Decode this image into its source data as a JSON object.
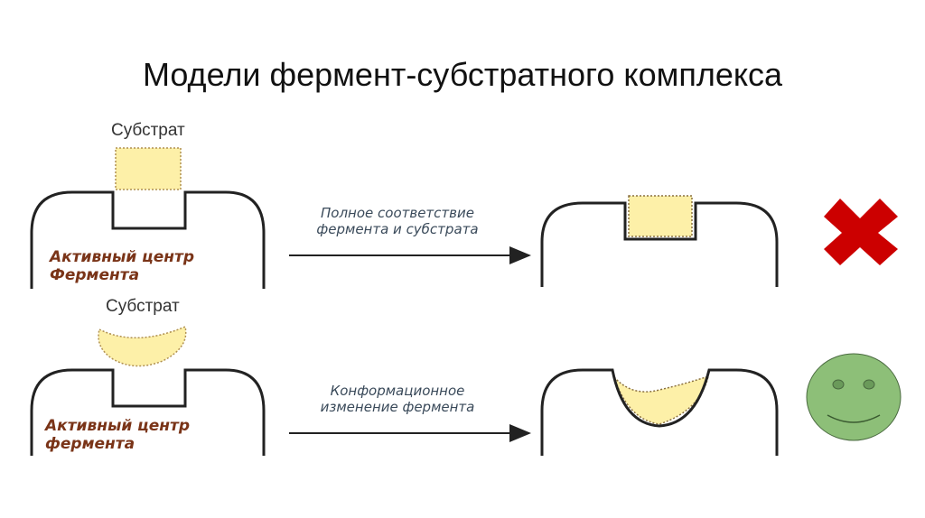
{
  "title": "Модели фермент-субстратного комплекса",
  "rows": [
    {
      "substrate_label": "Субстрат",
      "active_center_line1": "Активный центр",
      "active_center_line2": "Фермента",
      "caption_line1": "Полное соответствие",
      "caption_line2": "фермента и субстрата",
      "verdict_icon": "red-cross-icon"
    },
    {
      "substrate_label": "Субстрат",
      "active_center_line1": "Активный центр",
      "active_center_line2": "фермента",
      "caption_line1": "Конформационное",
      "caption_line2": "изменение фермента",
      "verdict_icon": "green-smiley-icon"
    }
  ],
  "colors": {
    "substrate": "#fdf0a8",
    "cross": "#cc0000",
    "smiley": "#8dbf78"
  }
}
